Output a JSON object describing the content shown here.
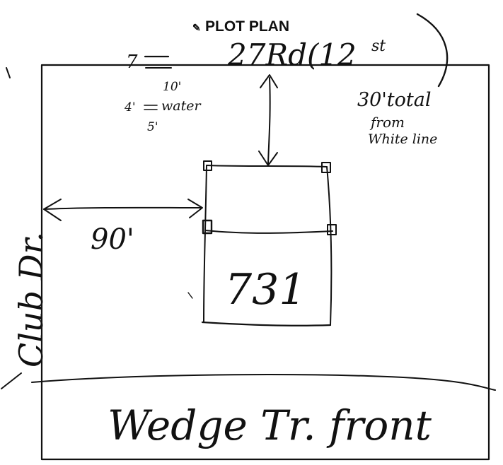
{
  "title": "PLOT PLAN",
  "title_icon": "pencil-icon",
  "road_top": "27Rd(12",
  "road_top_superscript": "st",
  "road_top_close": ")",
  "note_arrow": "7",
  "note_10": "10'",
  "note_4": "4'",
  "note_water": "water",
  "note_5": "5'",
  "setback_note": [
    "30'total",
    "from",
    "White line"
  ],
  "distance_left": "90'",
  "lot_number": "731",
  "street_left": "Club Dr.",
  "street_bottom": "Wedge Tr. front"
}
